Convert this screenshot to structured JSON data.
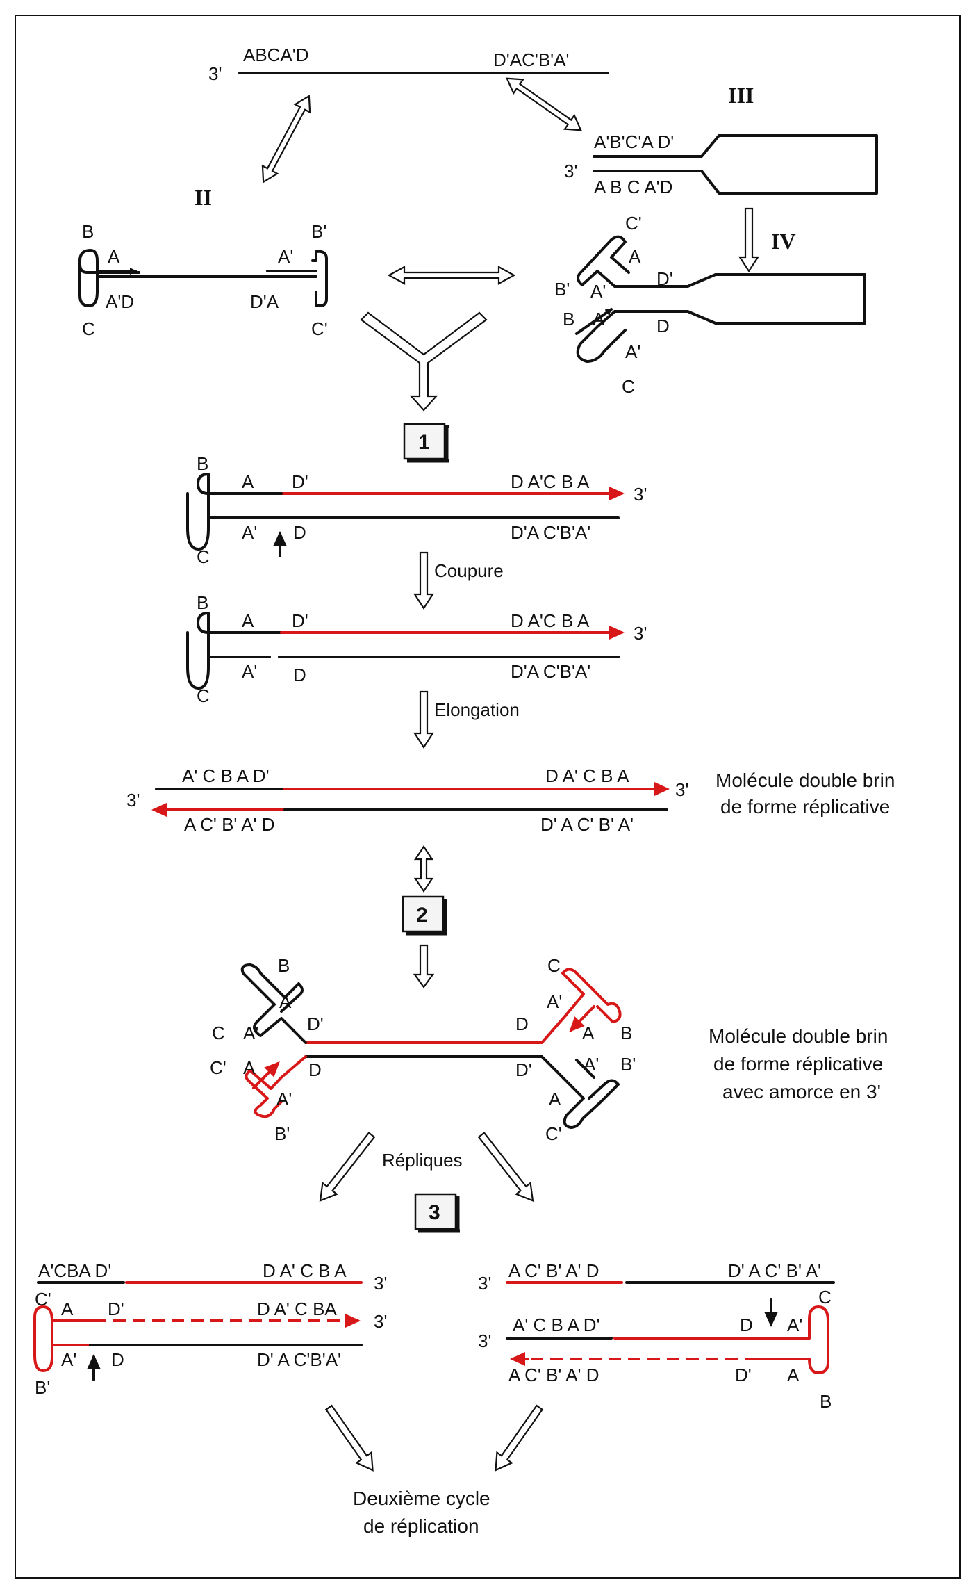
{
  "colors": {
    "ink": "#111111",
    "red_strand": "#d81818",
    "background": "#ffffff"
  },
  "roman": {
    "II": "II",
    "III": "III",
    "IV": "IV"
  },
  "steps": {
    "s1": "1",
    "s2": "2",
    "s3": "3"
  },
  "processes": {
    "coupure": "Coupure",
    "elongation": "Elongation",
    "repliques": "Répliques"
  },
  "captions": {
    "ds_line1": "Molécule double brin",
    "ds_line2": "de forme réplicative",
    "dsp_line1": "Molécule double brin",
    "dsp_line2": "de forme réplicative",
    "dsp_line3": "avec amorce en 3'",
    "cycle_line1": "Deuxième cycle",
    "cycle_line2": "de réplication"
  },
  "top": {
    "three": "3'",
    "left": "ABCA'D",
    "right": "D'AC'B'A'"
  },
  "form3": {
    "top": "A'B'C'A D'",
    "three": "3'",
    "bottom": "A B C A'D"
  },
  "form2": {
    "B": "B",
    "A": "A",
    "AD": "A'D",
    "C": "C",
    "Bp": "B'",
    "Ap": "A'",
    "DA": "D'A",
    "Cp": "C'"
  },
  "form4": {
    "Cp": "C'",
    "A": "A",
    "Dp": "D'",
    "Bp": "B'",
    "Ap": "A'",
    "B": "B",
    "A2": "A",
    "D": "D",
    "Ap2": "A'",
    "C": "C"
  },
  "s1": {
    "B": "B",
    "A": "A",
    "Dp": "D'",
    "right": "D A'C B A",
    "three": "3'",
    "Ap": "A'",
    "D": "D",
    "bright": "D'A C'B'A'",
    "C": "C"
  },
  "s2": {
    "B": "B",
    "A": "A",
    "Dp": "D'",
    "right": "D A'C B A",
    "three": "3'",
    "Ap": "A'",
    "D": "D",
    "bright": "D'A C'B'A'",
    "C": "C"
  },
  "s3": {
    "topleft": "A' C  B A D'",
    "topright": "D A' C B A",
    "three_r": "3'",
    "three_l": "3'",
    "botleft": "A C' B' A' D",
    "botright": "D' A C' B' A'"
  },
  "s4": {
    "B": "B",
    "A": "A",
    "C": "C",
    "Ap": "A'",
    "Dp": "D'",
    "D": "D",
    "rC": "C",
    "rAp": "A'",
    "rA": "A",
    "rB": "B",
    "Cp": "C'",
    "lA": "A",
    "lAp": "A'",
    "lBp": "B'",
    "lD": "D",
    "rDp": "D'",
    "rAp2": "A'",
    "rBp": "B'",
    "rA2": "A",
    "rCp": "C'"
  },
  "s5": {
    "topleft": "A'CBA D'",
    "topright": "D A' C B A",
    "three1": "3'",
    "Cp": "C'",
    "A": "A",
    "Dp": "D'",
    "midright": "D A' C BA",
    "three2": "3'",
    "Ap": "A'",
    "D": "D",
    "botright": "D' A C'B'A'",
    "Bp": "B'"
  },
  "s6": {
    "three1": "3'",
    "topleft": "A C' B' A' D",
    "topright": "D' A C' B' A'",
    "three2": "3'",
    "midleft": "A' C B A D'",
    "D": "D",
    "Ap": "A'",
    "C": "C",
    "botleft": "A C' B' A' D",
    "Dp": "D'",
    "A": "A",
    "B": "B"
  }
}
